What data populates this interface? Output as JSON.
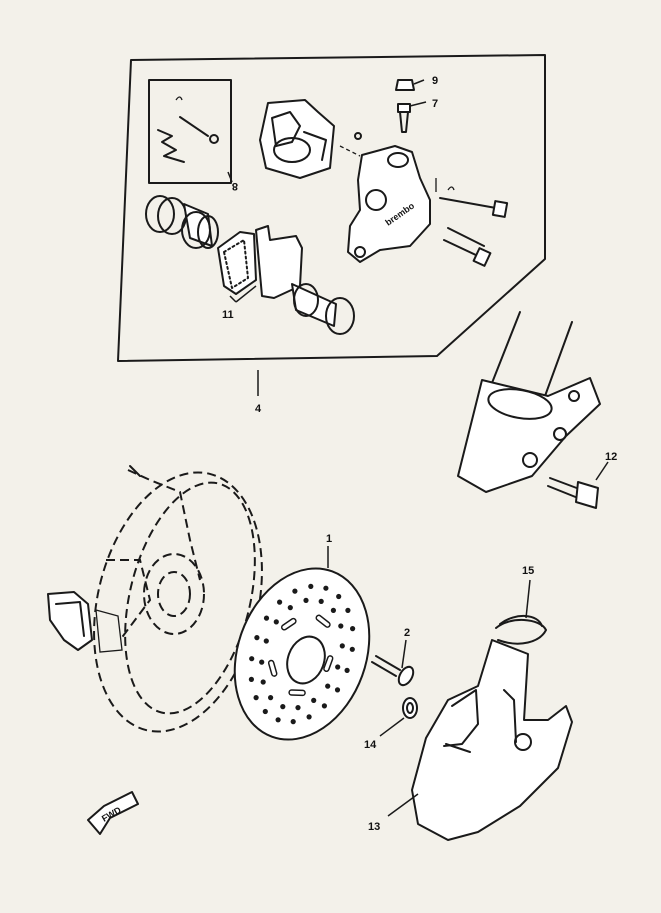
{
  "labels": {
    "l1": "1",
    "l2": "2",
    "l4": "4",
    "l7": "7",
    "l8": "8",
    "l9": "9",
    "l11": "11",
    "l12": "12",
    "l13": "13",
    "l14": "14",
    "l15": "15",
    "caliper_brand": "brembo",
    "fwd": "FWD"
  },
  "colors": {
    "ink": "#1a1a1a",
    "paper": "#f3f1ea"
  }
}
